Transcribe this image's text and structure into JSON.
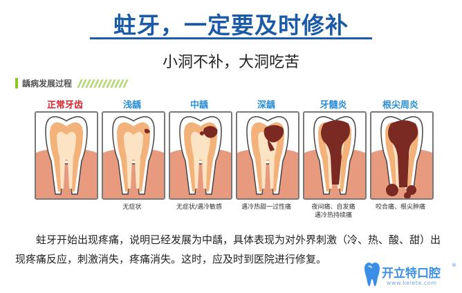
{
  "title": "蛀牙，一定要及时修补",
  "subtitle": "小洞不补，大洞吃苦",
  "section_label": "龋病发展过程",
  "stages": [
    {
      "name": "正常牙齿",
      "symptom": "",
      "color": "#d8262e",
      "decay": 0
    },
    {
      "name": "浅龋",
      "symptom": "无症状",
      "color": "#2a8fd6",
      "decay": 1
    },
    {
      "name": "中龋",
      "symptom": "无症状/遇冷敏感",
      "color": "#2a8fd6",
      "decay": 2
    },
    {
      "name": "深龋",
      "symptom": "遇冷热甜一过性痛",
      "color": "#2a8fd6",
      "decay": 3
    },
    {
      "name": "牙髓炎",
      "symptom": "夜间痛、自发痛\n遇冷热持续痛",
      "color": "#2a8fd6",
      "decay": 4
    },
    {
      "name": "根尖周炎",
      "symptom": "咬合痛、根尖肿痛",
      "color": "#2a8fd6",
      "decay": 5
    }
  ],
  "paragraph": "蛀牙开始出现疼痛，说明已经发展为中龋，具体表现为对外界刺激（冷、热、酸、甜）出现疼痛反应，刺激消失，疼痛消失。这时，应及时到医院进行修复。",
  "logo": {
    "brand": "开立特口腔",
    "url": "www.kelete.com",
    "reg": "®",
    "icon": "tooth-logo-icon"
  },
  "colors": {
    "title": "#1a5aa8",
    "enamel": "#ffffff",
    "dentin": "#f2b27a",
    "pulp": "#fbe3c4",
    "gum": "#e79a7e",
    "decay": "#7a2a22"
  }
}
